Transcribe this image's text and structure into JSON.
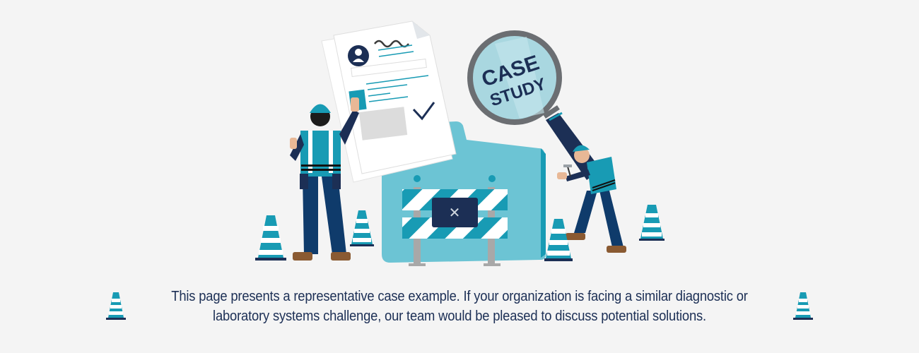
{
  "illustration": {
    "title_badge": {
      "line1": "CASE",
      "line2": "STUDY"
    },
    "scene": "Construction workers with traffic cones, a document, a folder with a barricade, and a magnifying glass",
    "colors": {
      "background": "#f4f4f4",
      "navy": "#1c2f55",
      "teal": "#189bb4",
      "light_teal": "#6cc4d4",
      "lens": "#a9d7e0",
      "gray": "#6b6e72",
      "skin": "#e8b896",
      "boots": "#8a5a32"
    }
  },
  "footer": {
    "message_line1": "This page presents a representative case example. If your organization is facing a similar diagnostic or",
    "message_line2": "laboratory systems challenge, our team would be pleased to discuss potential solutions."
  }
}
